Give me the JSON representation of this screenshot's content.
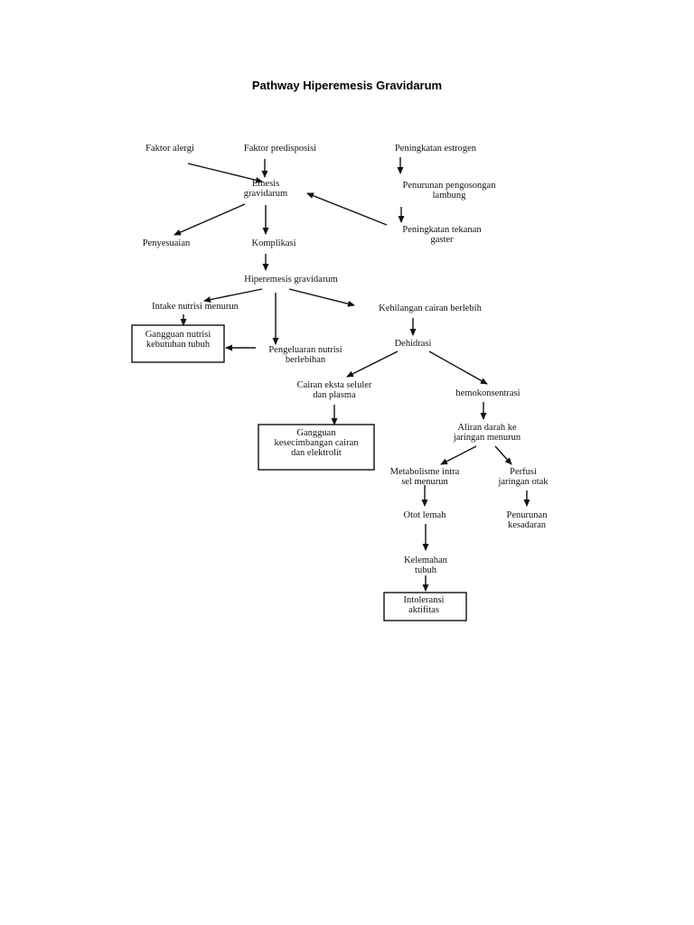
{
  "title": "Pathway Hiperemesis Gravidarum",
  "nodes": {
    "faktor_alergi": [
      "Faktor alergi"
    ],
    "faktor_predisposisi": [
      "Faktor predisposisi"
    ],
    "peningkatan_estrogen": [
      "Peningkatan estrogen"
    ],
    "emesis": [
      "Emesis",
      "gravidarum"
    ],
    "penurunan_pengosongan": [
      "Penurunan pengosongan",
      "lambung"
    ],
    "peningkatan_tekanan": [
      "Peningkatan tekanan",
      "gaster"
    ],
    "penyesuaian": [
      "Penyesuaian"
    ],
    "komplikasi": [
      "Komplikasi"
    ],
    "hiperemesis": [
      "Hiperemesis  gravidarum"
    ],
    "intake": [
      "Intake nutrisi menurun"
    ],
    "kehilangan": [
      "Kehilangan cairan berlebih"
    ],
    "gangguan_nutrisi": [
      "Gangguan nutrisi",
      "kebutuhan tubuh"
    ],
    "pengeluaran": [
      "Pengeluaran nutrisi",
      "berlebihan"
    ],
    "dehidrasi": [
      "Dehidrasi"
    ],
    "cairan_eksta": [
      "Cairan eksta seluler",
      "dan plasma"
    ],
    "hemokonsentrasi": [
      "hemokonsentrasi"
    ],
    "gangguan_cairan": [
      "Gangguan",
      "kesecimbangan cairan",
      "dan elektrolit"
    ],
    "aliran_darah": [
      "Aliran darah ke",
      "jaringan menurun"
    ],
    "metabolisme": [
      "Metabolisme intra",
      "sel menurun"
    ],
    "perfusi": [
      "Perfusi",
      "jaringan otak"
    ],
    "otot_lemah": [
      "Otot lemah"
    ],
    "penurunan_kesadaran": [
      "Penurunan",
      "kesadaran"
    ],
    "kelemahan": [
      "Kelemahan",
      "tubuh"
    ],
    "intoleransi": [
      "Intoleransi",
      "aktifitas"
    ]
  }
}
